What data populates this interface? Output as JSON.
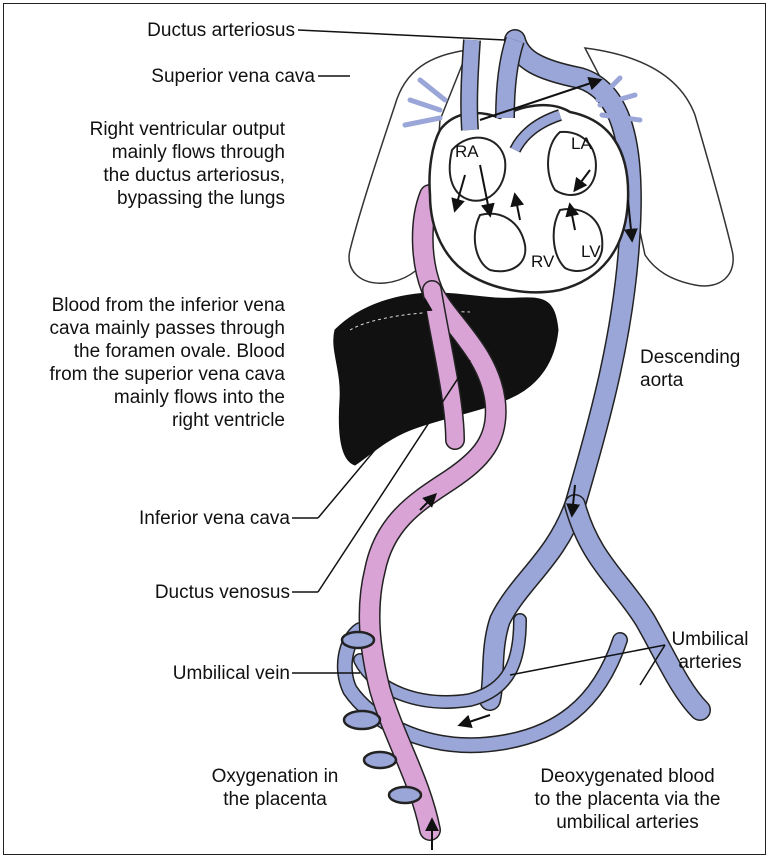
{
  "labels": {
    "ductus_arteriosus": "Ductus arteriosus",
    "superior_vena_cava": "Superior vena cava",
    "rv_output": [
      "Right ventricular output",
      "mainly flows through",
      "the ductus arteriosus,",
      "bypassing the lungs"
    ],
    "ivc_blood": [
      "Blood from the inferior vena",
      "cava mainly passes through",
      "the foramen ovale. Blood",
      "from the superior vena cava",
      "mainly flows into the",
      "right ventricle"
    ],
    "inferior_vena_cava": "Inferior vena cava",
    "ductus_venosus": "Ductus venosus",
    "umbilical_vein": "Umbilical vein",
    "oxygenation": [
      "Oxygenation in",
      "the placenta"
    ],
    "descending_aorta": [
      "Descending",
      "aorta"
    ],
    "umbilical_arteries": [
      "Umbilical",
      "arteries"
    ],
    "deoxygenated": [
      "Deoxygenated blood",
      "to the placenta via the",
      "umbilical arteries"
    ],
    "ra": "RA",
    "la": "LA",
    "rv": "RV",
    "lv": "LV"
  },
  "colors": {
    "oxygenated": "#d9a3d6",
    "deoxygenated": "#9aa6d8",
    "liver": "#111111",
    "outline": "#222222"
  }
}
